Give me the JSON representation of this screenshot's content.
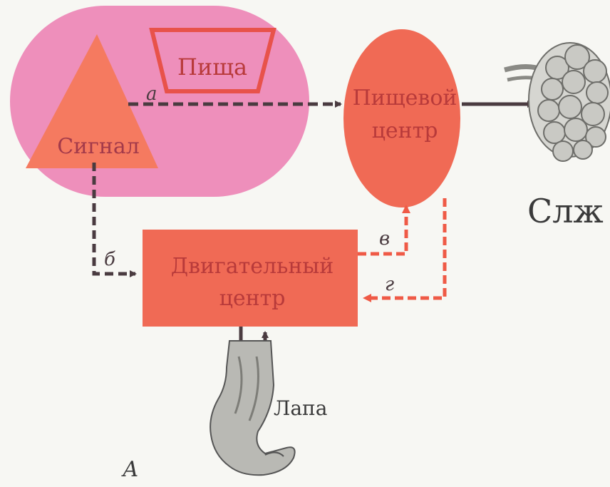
{
  "labels": {
    "food": "Пища",
    "signal": "Сигнал",
    "food_center_line1": "Пищевой",
    "food_center_line2": "центр",
    "motor_center_line1": "Двигательный",
    "motor_center_line2": "центр",
    "gland": "Слж",
    "paw": "Лапа",
    "figure_letter": "А"
  },
  "connections": {
    "a": "а",
    "b": "б",
    "v": "в",
    "g": "г"
  },
  "colors": {
    "background": "#f7f7f3",
    "pink_region": "#ee8fbb",
    "center_red": "#f06a55",
    "triangle": "#f57a60",
    "food_frame": "#e8524a",
    "dark_arrow": "#4a3b40",
    "red_arrow": "#ef5a46",
    "label_text": "#b83a3a"
  }
}
